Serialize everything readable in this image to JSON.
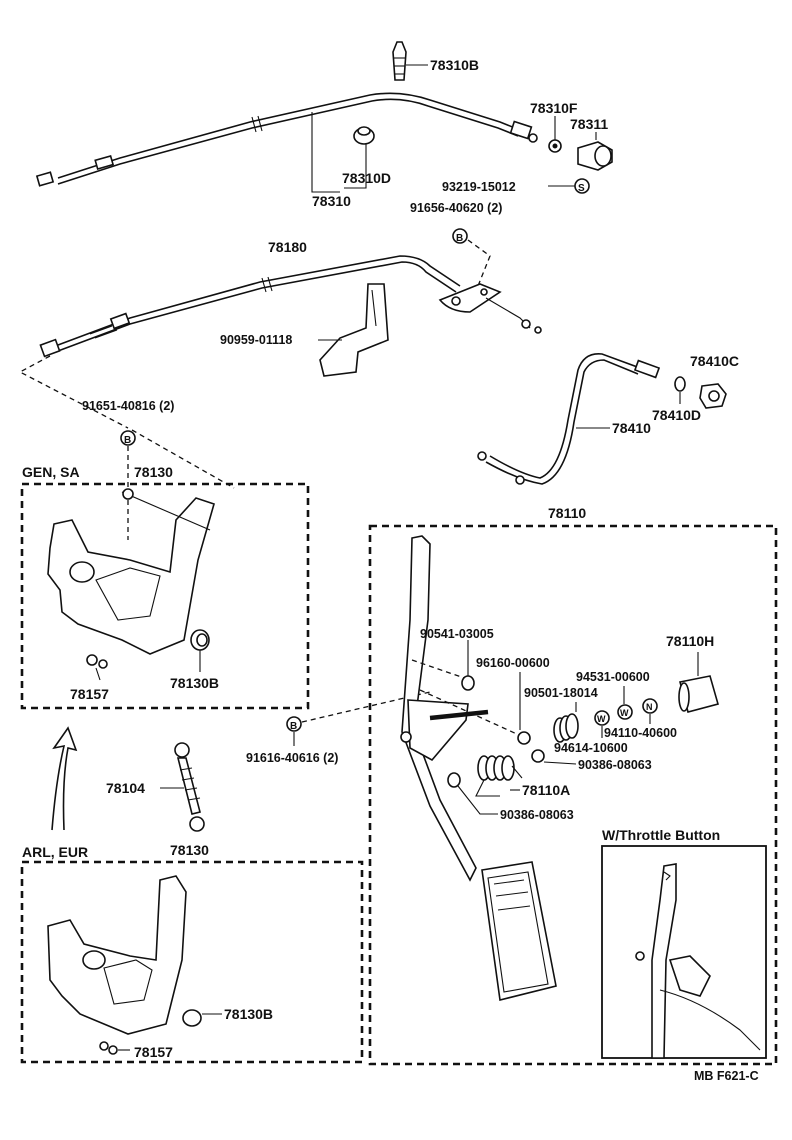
{
  "labels": {
    "p78310B": "78310B",
    "p78310F": "78310F",
    "p78311": "78311",
    "p78310D": "78310D",
    "p78310": "78310",
    "p93219": "93219-15012",
    "p91656": "91656-40620 (2)",
    "p78180": "78180",
    "p90959": "90959-01118",
    "p78410C": "78410C",
    "p78410D": "78410D",
    "p78410": "78410",
    "p91651": "91651-40816 (2)",
    "p78130a": "78130",
    "p78110": "78110",
    "p90541": "90541-03005",
    "p78110H": "78110H",
    "p96160": "96160-00600",
    "p94531": "94531-00600",
    "p90501": "90501-18014",
    "p94110": "94110-40600",
    "p94614": "94614-10600",
    "p90386a": "90386-08063",
    "p78110A": "78110A",
    "p90386b": "90386-08063",
    "p78157a": "78157",
    "p78130Ba": "78130B",
    "p91616": "91616-40616 (2)",
    "p78104": "78104",
    "p78130b": "78130",
    "p78130Bb": "78130B",
    "p78157b": "78157"
  },
  "callouts": {
    "S": "S",
    "B1": "B",
    "B2": "B",
    "B3": "B",
    "W1": "W",
    "W2": "W",
    "N": "N"
  },
  "section_headers": {
    "gen_sa": "GEN, SA",
    "arl_eur": "ARL, EUR",
    "w_throttle": "W/Throttle Button"
  },
  "footer": {
    "code": "MB F621-C"
  }
}
